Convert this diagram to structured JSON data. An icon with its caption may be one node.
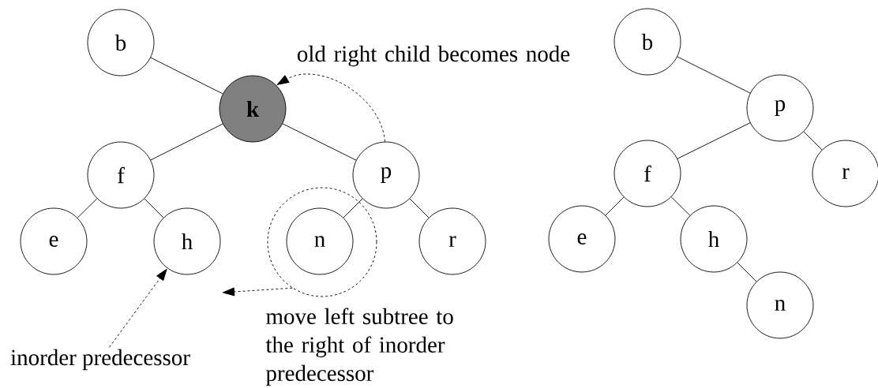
{
  "diagram": {
    "nodes": [
      {
        "text": [
          "b"
        ]
      },
      {
        "text": [
          "k"
        ]
      },
      {
        "text": [
          "f"
        ]
      },
      {
        "text": [
          "p"
        ]
      },
      {
        "text": [
          "e"
        ]
      },
      {
        "text": [
          "h"
        ]
      },
      {
        "text": [],
        "shape": "circle"
      },
      {
        "text": [
          "n"
        ],
        "in": 6
      },
      {
        "text": [
          "r"
        ]
      },
      {
        "text": [
          "inorder predecessor"
        ]
      },
      {
        "text": [
          "b"
        ]
      },
      {
        "text": [
          "p"
        ]
      },
      {
        "text": [
          "f"
        ]
      },
      {
        "text": [
          "r"
        ]
      },
      {
        "text": [
          "e"
        ]
      },
      {
        "text": [
          "h"
        ]
      },
      {
        "text": [
          "n"
        ]
      }
    ],
    "edges": [
      {
        "from": 0,
        "to": 1,
        "arrow": "none"
      },
      {
        "from": 1,
        "to": 2,
        "arrow": "none"
      },
      {
        "from": 1,
        "to": 3,
        "arrow": "none"
      },
      {
        "from": 2,
        "to": 4,
        "arrow": "none"
      },
      {
        "from": 2,
        "to": 5,
        "arrow": "none"
      },
      {
        "from": 3,
        "to": 7,
        "arrow": "none"
      },
      {
        "from": 3,
        "to": 8,
        "arrow": "none"
      },
      {
        "from": 3,
        "to": 1,
        "arrow": "to",
        "style": "dashed"
      },
      {
        "from": 6,
        "to": null,
        "arrow": "to",
        "style": "dashed"
      },
      {
        "from": 9,
        "to": 5,
        "arrow": "to",
        "style": "dashed"
      },
      {
        "from": 10,
        "to": 11,
        "arrow": "none"
      },
      {
        "from": 11,
        "to": 12,
        "arrow": "none"
      },
      {
        "from": 11,
        "to": 13,
        "arrow": "none"
      },
      {
        "from": 12,
        "to": 14,
        "arrow": "none"
      },
      {
        "from": 12,
        "to": 15,
        "arrow": "none"
      },
      {
        "from": 15,
        "to": 16,
        "arrow": "none"
      }
    ],
    "labels": [
      "old right child becomes node",
      "move left subtree to the right of inorder predecessor"
    ]
  }
}
